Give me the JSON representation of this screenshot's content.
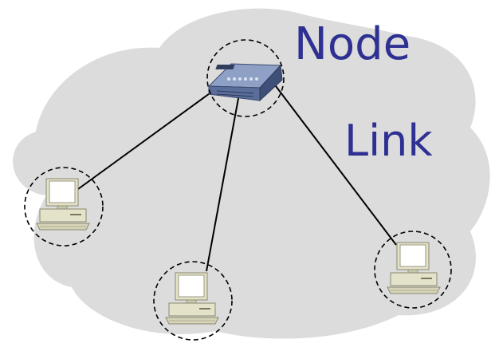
{
  "labels": {
    "node": "Node",
    "link": "Link"
  },
  "colors": {
    "cloud": "#dcdcdc",
    "label_text": "#2e3192",
    "link_line": "#000000",
    "node_ring": "#000000",
    "router_body": "#5a6e9a",
    "computer_body": "#e4e2c8"
  },
  "diagram": {
    "nodes": [
      {
        "id": "router",
        "kind": "router",
        "icon": "router-icon"
      },
      {
        "id": "pc-left",
        "kind": "computer",
        "icon": "computer-icon"
      },
      {
        "id": "pc-bottom",
        "kind": "computer",
        "icon": "computer-icon"
      },
      {
        "id": "pc-right",
        "kind": "computer",
        "icon": "computer-icon"
      }
    ],
    "links": [
      {
        "from": "router",
        "to": "pc-left"
      },
      {
        "from": "router",
        "to": "pc-bottom"
      },
      {
        "from": "router",
        "to": "pc-right"
      }
    ]
  }
}
